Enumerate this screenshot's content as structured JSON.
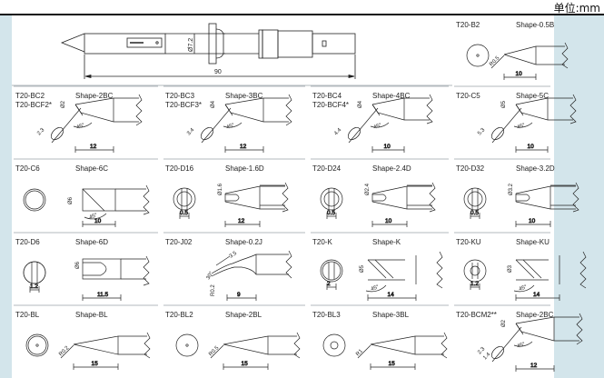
{
  "header": {
    "unit_label": "单位:mm"
  },
  "colors": {
    "side_band": "#d3e5eb",
    "panel": "#ffffff",
    "line": "#222222",
    "separator": "#9aa3a8"
  },
  "handle": {
    "diameter_label": "Ø7.2",
    "length_label": "90"
  },
  "tips": [
    {
      "model": "T20-B2",
      "model2": "",
      "shape": "Shape-0.5B",
      "kind": "B",
      "dims": [
        "R0.5",
        "10"
      ]
    },
    {
      "model": "T20-BC2",
      "model2": "T20-BCF2*",
      "shape": "Shape-2BC",
      "kind": "BC",
      "dims": [
        "Ø2",
        "2.3",
        "45°",
        "12"
      ]
    },
    {
      "model": "T20-BC3",
      "model2": "T20-BCF3*",
      "shape": "Shape-3BC",
      "kind": "BC",
      "dims": [
        "Ø4",
        "3.4",
        "45°",
        "12"
      ]
    },
    {
      "model": "T20-BC4",
      "model2": "T20-BCF4*",
      "shape": "Shape-4BC",
      "kind": "C",
      "dims": [
        "Ø4",
        "4.4",
        "45°",
        "10"
      ]
    },
    {
      "model": "T20-C5",
      "model2": "",
      "shape": "Shape-5C",
      "kind": "C",
      "dims": [
        "Ø5",
        "5.3",
        "45°",
        "10"
      ]
    },
    {
      "model": "T20-C6",
      "model2": "",
      "shape": "Shape-6C",
      "kind": "C6",
      "dims": [
        "Ø6",
        "45°",
        "10"
      ]
    },
    {
      "model": "T20-D16",
      "model2": "",
      "shape": "Shape-1.6D",
      "kind": "D",
      "dims": [
        "Ø1.6",
        "0.5",
        "12"
      ]
    },
    {
      "model": "T20-D24",
      "model2": "",
      "shape": "Shape-2.4D",
      "kind": "D",
      "dims": [
        "Ø2.4",
        "0.5",
        "10"
      ]
    },
    {
      "model": "T20-D32",
      "model2": "",
      "shape": "Shape-3.2D",
      "kind": "D",
      "dims": [
        "Ø3.2",
        "0.5",
        "10"
      ]
    },
    {
      "model": "T20-D6",
      "model2": "",
      "shape": "Shape-6D",
      "kind": "D6",
      "dims": [
        "Ø6",
        "1.2",
        "11.5"
      ]
    },
    {
      "model": "T20-J02",
      "model2": "",
      "shape": "Shape-0.2J",
      "kind": "J",
      "dims": [
        "3.5",
        "30°",
        "R0.2",
        "9"
      ]
    },
    {
      "model": "T20-K",
      "model2": "",
      "shape": "Shape-K",
      "kind": "K",
      "dims": [
        "Ø5",
        "2",
        "45°",
        "14"
      ]
    },
    {
      "model": "T20-KU",
      "model2": "",
      "shape": "Shape-KU",
      "kind": "K",
      "dims": [
        "Ø3",
        "1.2",
        "45°",
        "14"
      ]
    },
    {
      "model": "T20-BL",
      "model2": "",
      "shape": "Shape-BL",
      "kind": "B",
      "dims": [
        "R0.2",
        "15"
      ]
    },
    {
      "model": "T20-BL2",
      "model2": "",
      "shape": "Shape-2BL",
      "kind": "B",
      "dims": [
        "R0.5",
        "15"
      ]
    },
    {
      "model": "T20-BL3",
      "model2": "",
      "shape": "Shape-3BL",
      "kind": "B",
      "dims": [
        "R1",
        "15"
      ]
    },
    {
      "model": "T20-BCM2**",
      "model2": "",
      "shape": "Shape-2BC",
      "kind": "BCM",
      "dims": [
        "Ø2",
        "2.3",
        "1.4",
        "45°",
        "12"
      ]
    }
  ]
}
